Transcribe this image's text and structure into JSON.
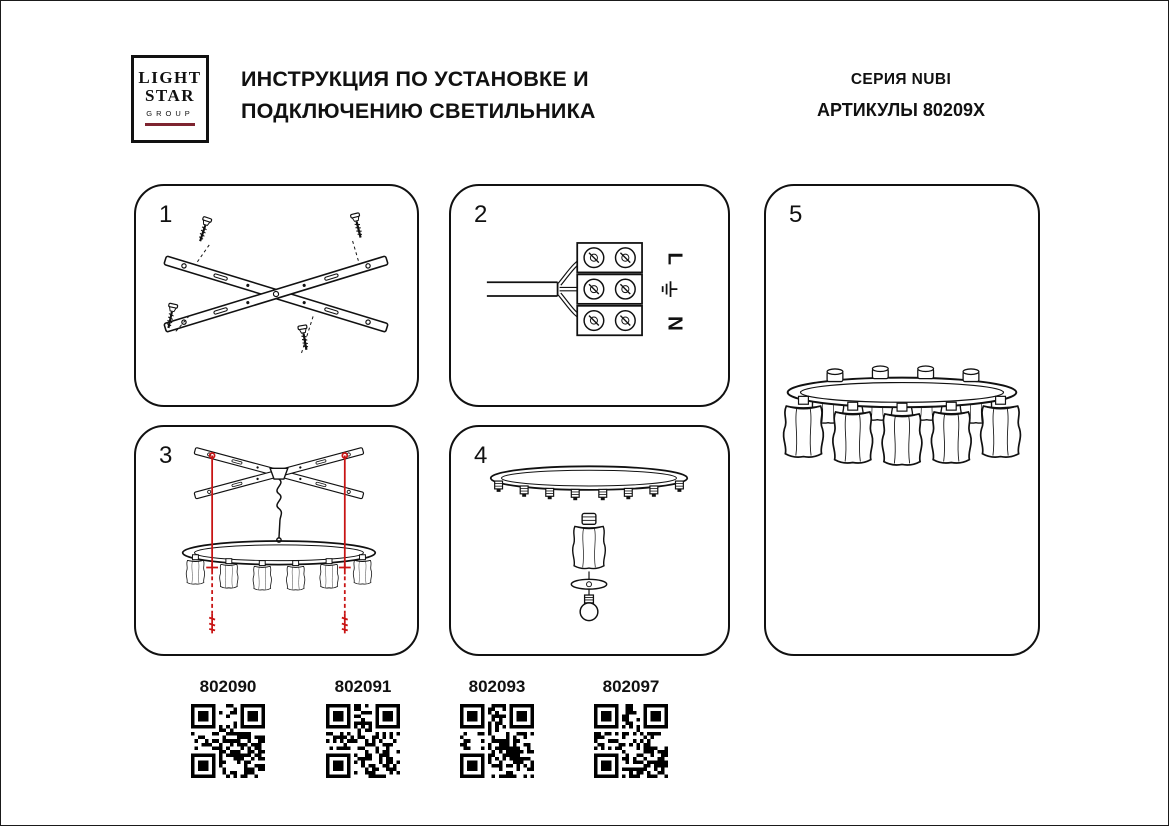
{
  "logo": {
    "line1": "LIGHT",
    "line2": "STAR",
    "line3": "GROUP"
  },
  "header": {
    "title_line1": "ИНСТРУКЦИЯ ПО УСТАНОВКЕ И",
    "title_line2": "ПОДКЛЮЧЕНИЮ СВЕТИЛЬНИКА",
    "series": "СЕРИЯ NUBI",
    "articles": "АРТИКУЛЫ 80209X"
  },
  "steps": [
    {
      "number": "1",
      "diagram": "ceiling-crossbars-with-screws"
    },
    {
      "number": "2",
      "diagram": "terminal-block-wiring",
      "labels": {
        "line": "L",
        "neutral": "N",
        "ground_icon": "earth-ground-symbol"
      }
    },
    {
      "number": "3",
      "diagram": "frame-suspension-alignment"
    },
    {
      "number": "4",
      "diagram": "shade-diffuser-bulb-assembly"
    },
    {
      "number": "5",
      "diagram": "assembled-chandelier"
    }
  ],
  "products": [
    {
      "article": "802090"
    },
    {
      "article": "802091"
    },
    {
      "article": "802093"
    },
    {
      "article": "802097"
    }
  ],
  "colors": {
    "accent_red": "#c81414",
    "logo_red": "#7e2430",
    "ink": "#111111"
  }
}
